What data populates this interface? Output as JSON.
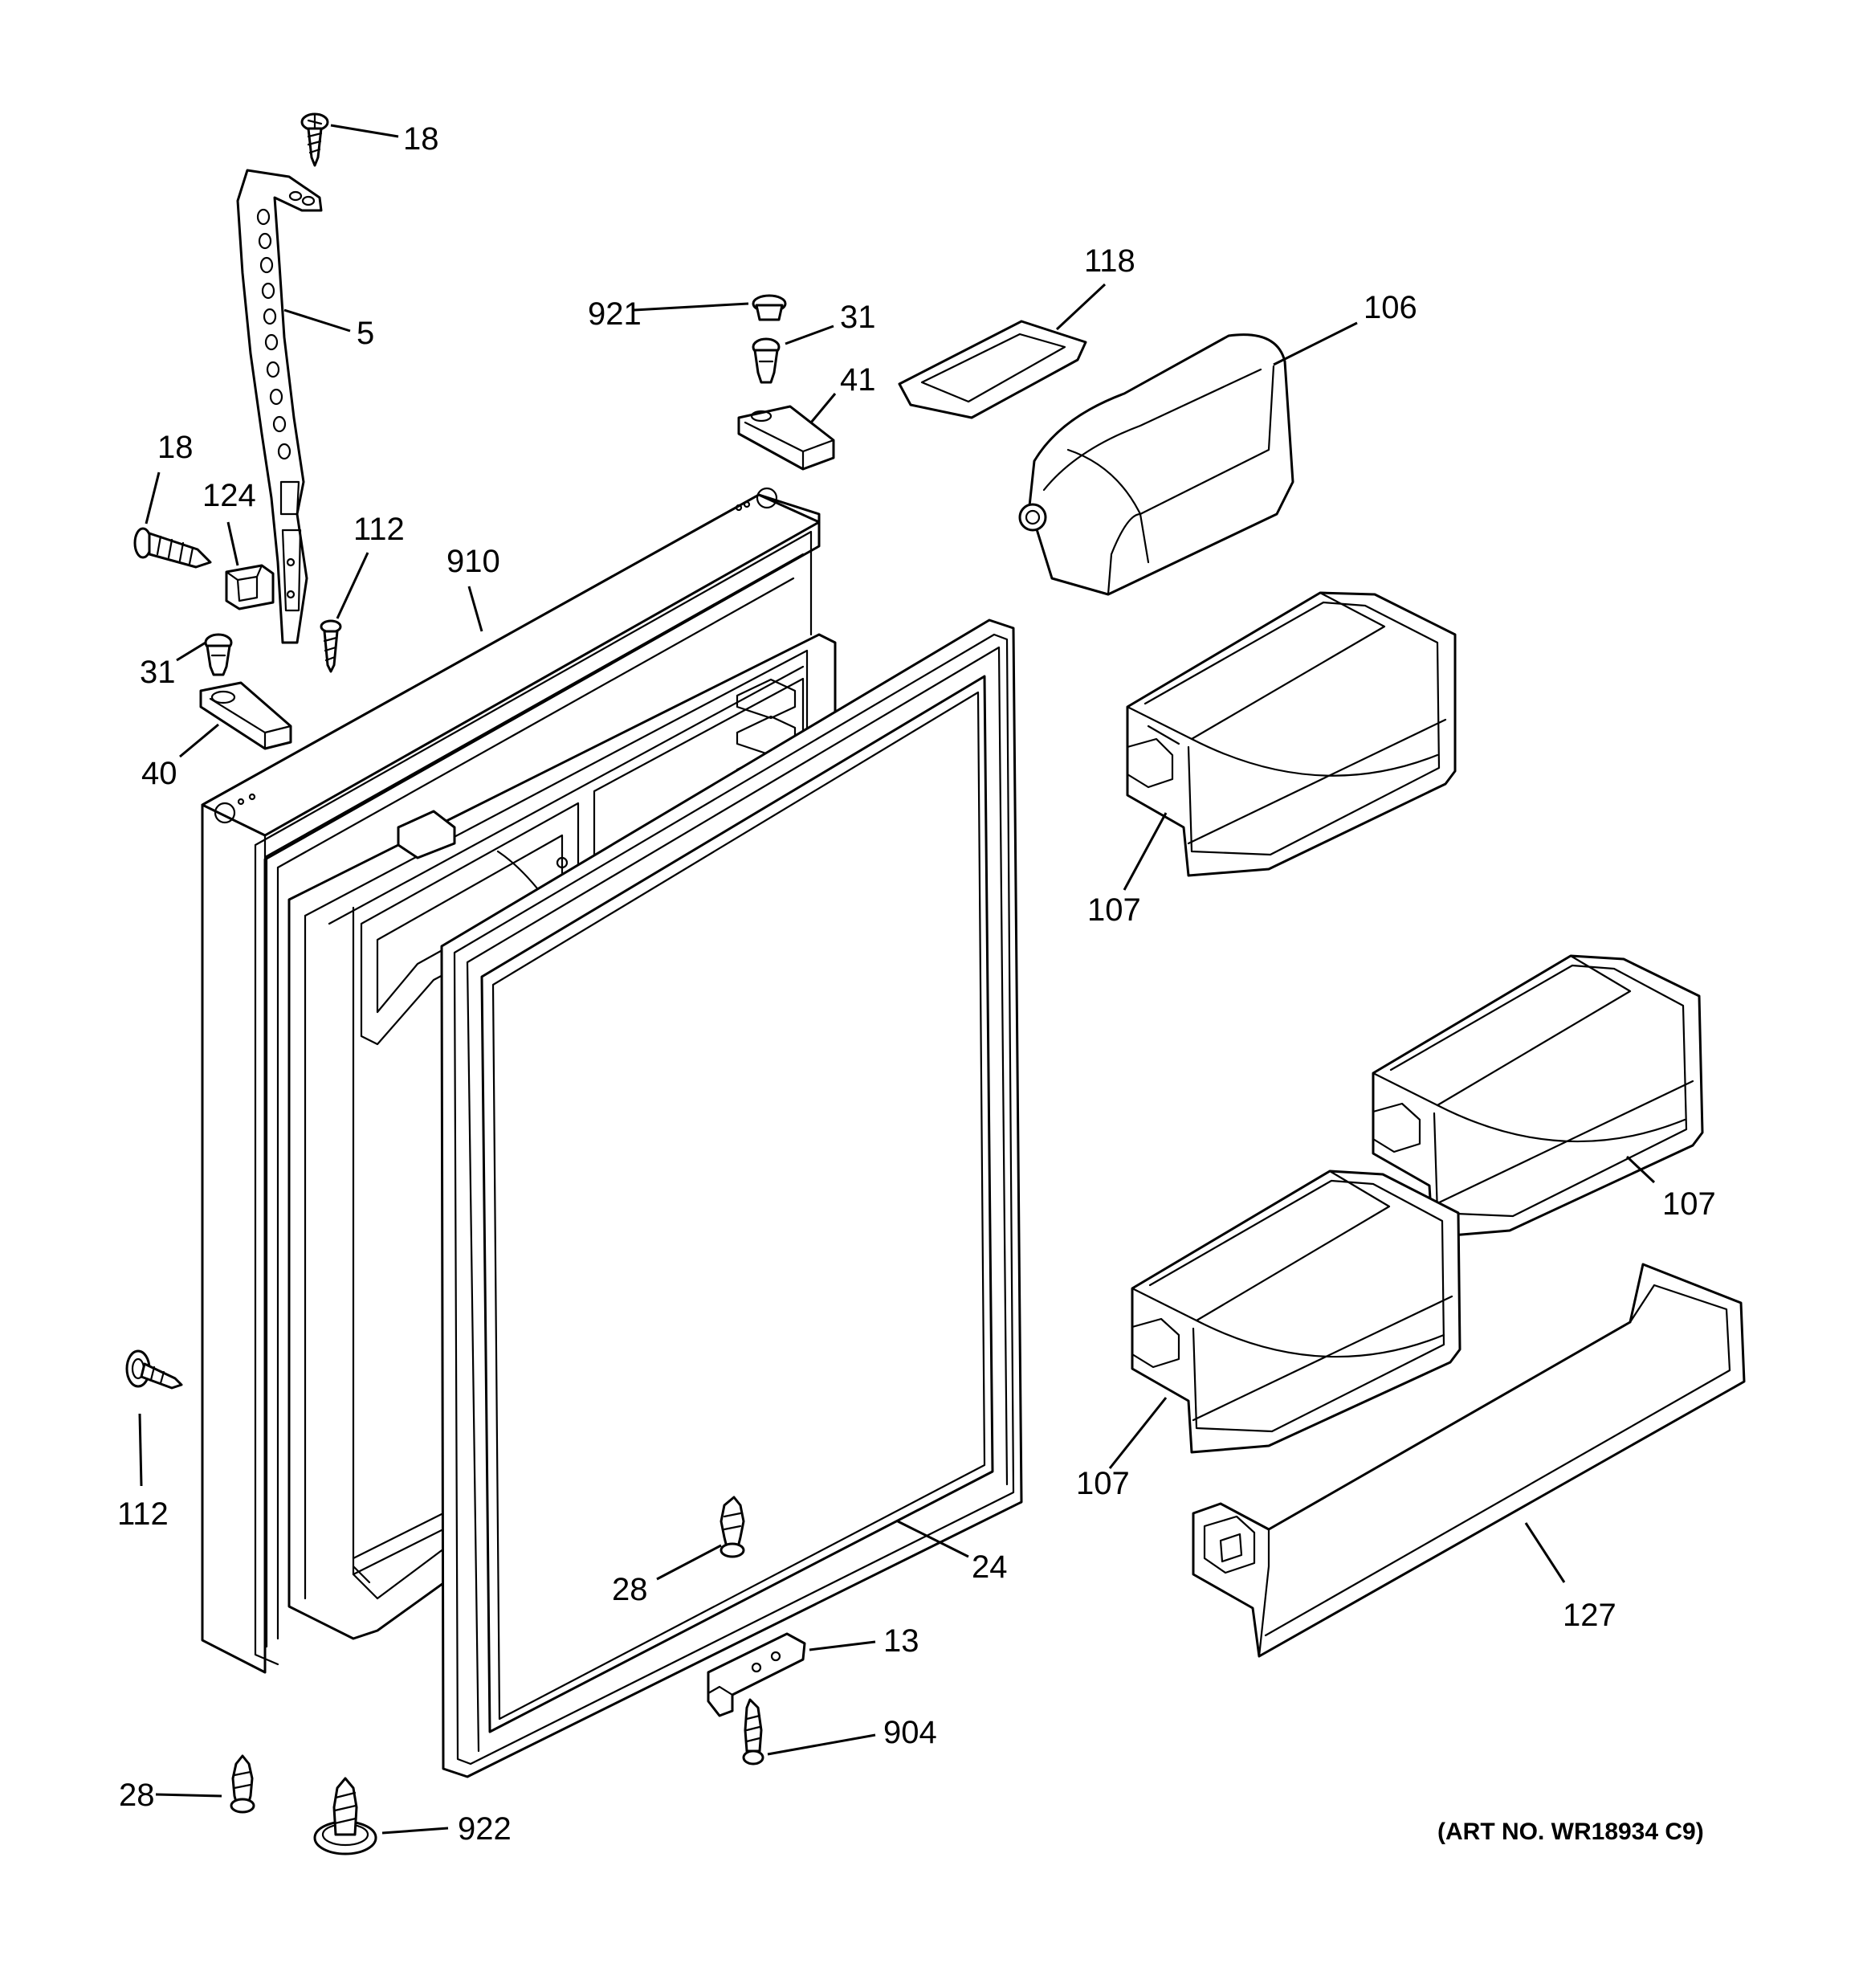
{
  "diagram": {
    "art_number": "(ART NO. WR18934 C9)",
    "callouts": {
      "c18a": "18",
      "c5": "5",
      "c18b": "18",
      "c124": "124",
      "c112a": "112",
      "c910": "910",
      "c31a": "31",
      "c40": "40",
      "c921": "921",
      "c31b": "31",
      "c41": "41",
      "c118": "118",
      "c106": "106",
      "c107a": "107",
      "c107b": "107",
      "c107c": "107",
      "c127": "127",
      "c112b": "112",
      "c24": "24",
      "c28a": "28",
      "c13": "13",
      "c904": "904",
      "c28b": "28",
      "c922": "922"
    }
  }
}
